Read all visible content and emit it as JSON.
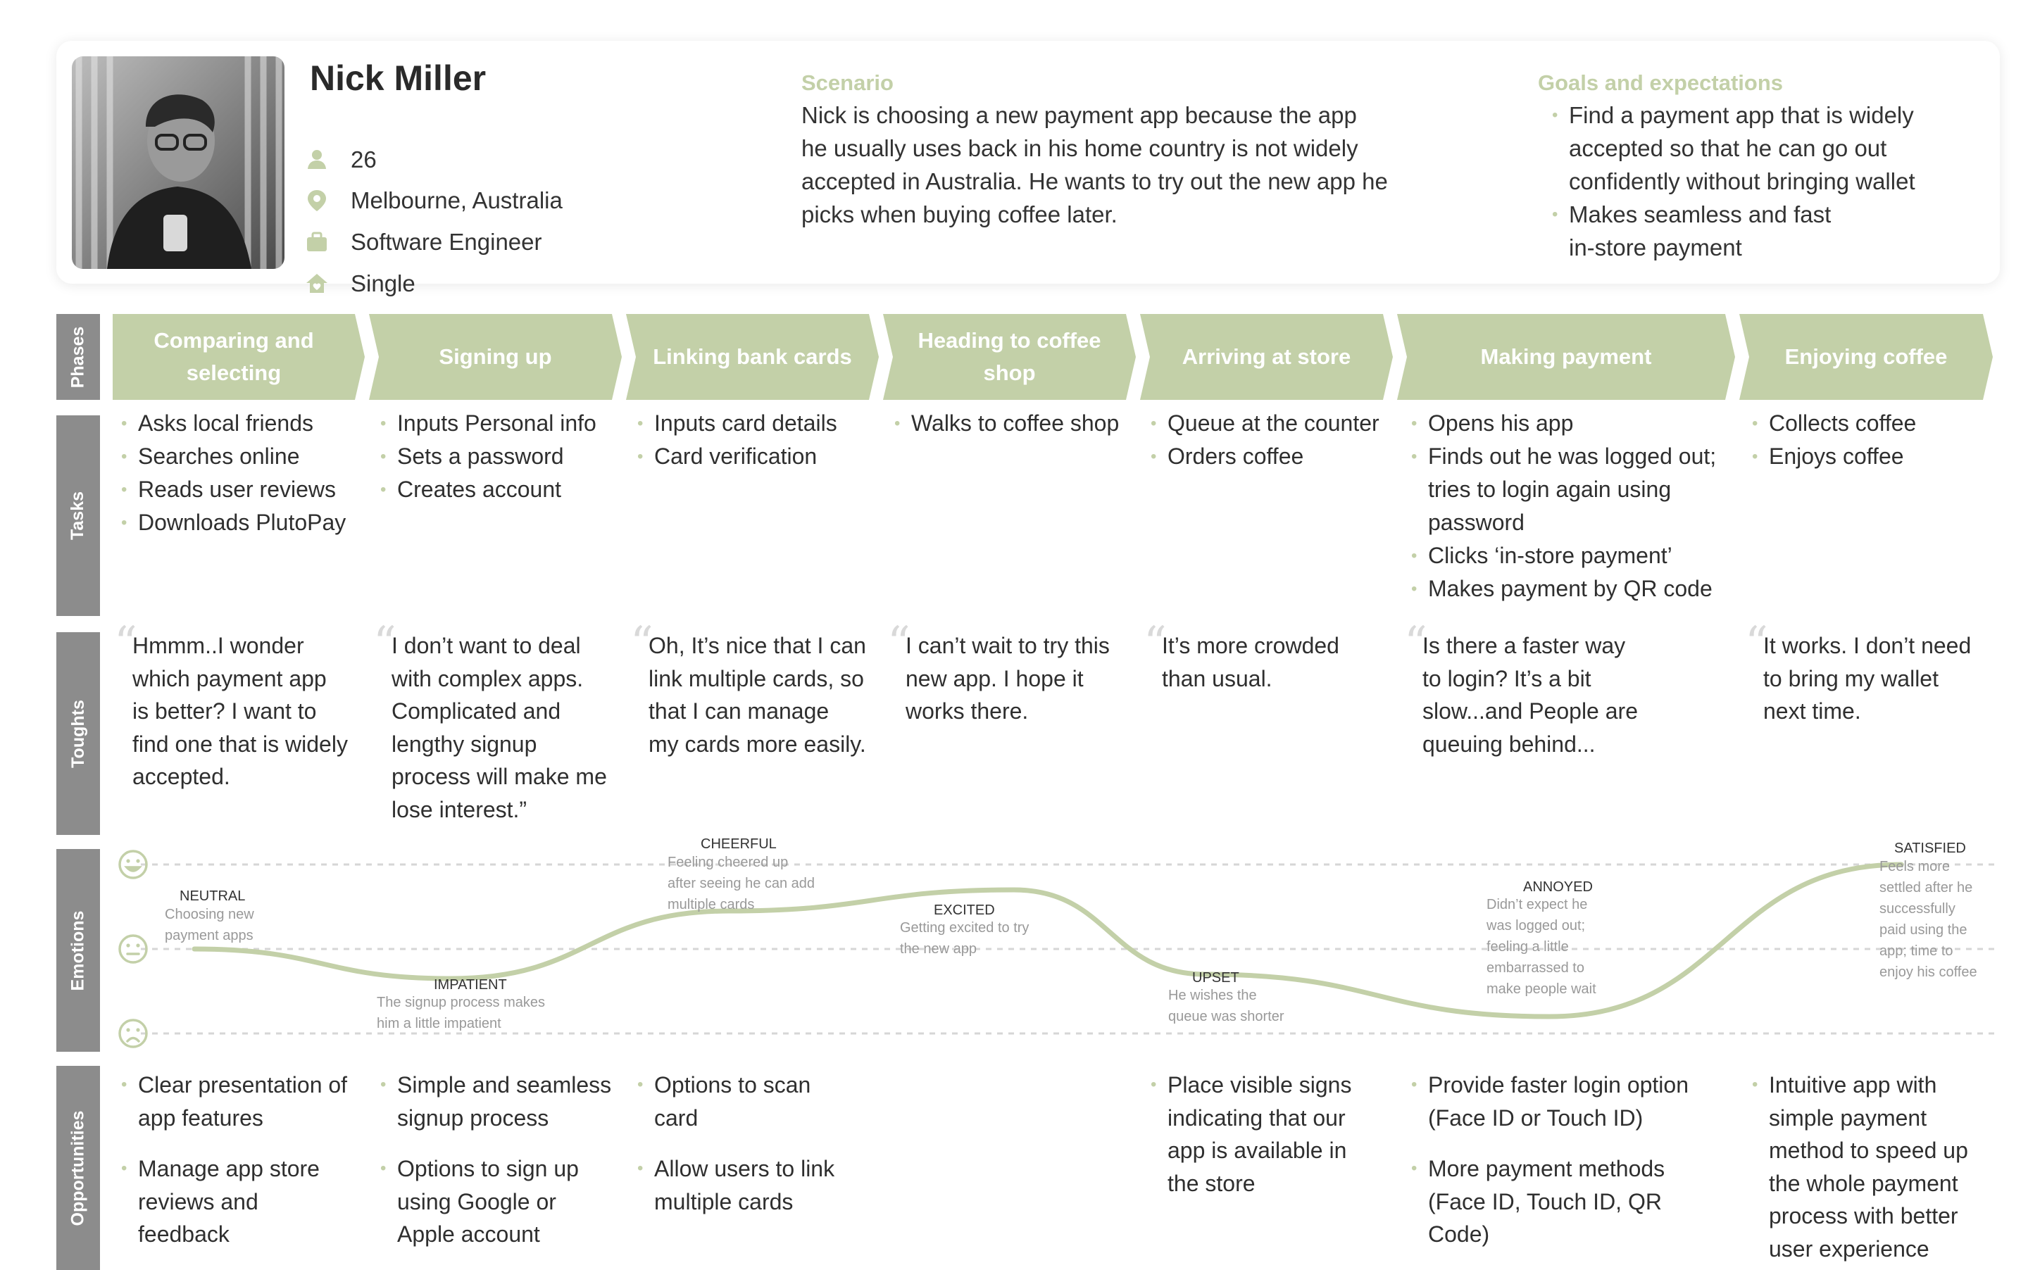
{
  "persona": {
    "name": "Nick Miller",
    "age": "26",
    "location": "Melbourne, Australia",
    "occupation": "Software Engineer",
    "status": "Single",
    "scenario_title": "Scenario",
    "scenario_lines": [
      "Nick is choosing a new payment app because the app",
      "he usually uses back in his home country is not widely",
      "accepted in Australia. He wants to try out the new app he",
      "picks when buying coffee later."
    ],
    "goals_title": "Goals and expectations",
    "goals": [
      [
        "Find a payment app that is widely",
        "accepted so that he can go out",
        "confidently without bringing wallet"
      ],
      [
        "Makes seamless and fast",
        "in-store payment"
      ]
    ],
    "icons": {
      "age": "person-icon",
      "location": "location-pin-icon",
      "occupation": "briefcase-icon",
      "status": "home-heart-icon"
    },
    "accent_color": "#c3d0a8"
  },
  "rows": {
    "phases": "Phases",
    "tasks": "Tasks",
    "thoughts": "Toughts",
    "emotions": "Emotions",
    "opportunities": "Opportunities"
  },
  "phases": [
    [
      "Comparing and",
      "selecting"
    ],
    [
      "Signing up"
    ],
    [
      "Linking bank cards"
    ],
    [
      "Heading to coffee",
      "shop"
    ],
    [
      "Arriving at store"
    ],
    [
      "Making payment"
    ],
    [
      "Enjoying coffee"
    ]
  ],
  "tasks": [
    [
      [
        "Asks local friends"
      ],
      [
        "Searches online"
      ],
      [
        "Reads user reviews"
      ],
      [
        "Downloads PlutoPay"
      ]
    ],
    [
      [
        "Inputs Personal info"
      ],
      [
        "Sets a password"
      ],
      [
        "Creates account"
      ]
    ],
    [
      [
        "Inputs card details"
      ],
      [
        "Card verification"
      ]
    ],
    [
      [
        "Walks to coffee shop"
      ]
    ],
    [
      [
        "Queue at the counter"
      ],
      [
        "Orders coffee"
      ]
    ],
    [
      [
        "Opens his app"
      ],
      [
        "Finds out he was logged out;",
        "tries to login again using",
        "password"
      ],
      [
        "Clicks ‘in-store payment’"
      ],
      [
        "Makes payment by QR code"
      ]
    ],
    [
      [
        "Collects coffee"
      ],
      [
        "Enjoys coffee"
      ]
    ]
  ],
  "thoughts": [
    [
      "Hmmm..I wonder",
      "which payment app",
      "is better? I want to",
      "find one that is widely",
      "accepted."
    ],
    [
      "I don’t want to deal",
      "with complex apps.",
      "Complicated and",
      "lengthy signup",
      "process will make me",
      "lose interest.”"
    ],
    [
      "Oh, It’s nice that I can",
      "link multiple cards, so",
      "that I can manage",
      "my cards more easily."
    ],
    [
      "I can’t wait to try this",
      "new app. I hope it",
      "works there."
    ],
    [
      "It’s more crowded",
      "than usual."
    ],
    [
      "Is there a faster way",
      "to login? It’s a bit",
      "slow...and People are",
      "queuing behind..."
    ],
    [
      "It works. I don’t need",
      "to bring my wallet",
      "next time."
    ]
  ],
  "emotions": [
    {
      "label": "NEUTRAL",
      "desc": [
        "Choosing new",
        "payment apps"
      ],
      "level": 0
    },
    {
      "label": "IMPATIENT",
      "desc": [
        "The signup process makes",
        "him a little impatient"
      ],
      "level": -0.35
    },
    {
      "label": "CHEERFUL",
      "desc": [
        "Feeling cheered up",
        "after seeing he can add",
        "multiple cards"
      ],
      "level": 0.45
    },
    {
      "label": "EXCITED",
      "desc": [
        "Getting excited to try",
        "the new app"
      ],
      "level": 0.7
    },
    {
      "label": "UPSET",
      "desc": [
        "He wishes the",
        "queue was shorter"
      ],
      "level": -0.3
    },
    {
      "label": "ANNOYED",
      "desc": [
        "Didn’t expect he",
        "was logged out;",
        "feeling a little",
        "embarrassed to",
        "make people wait"
      ],
      "level": -0.8
    },
    {
      "label": "SATISFIED",
      "desc": [
        "Feels more",
        "settled after he",
        "successfully",
        "paid using the",
        "app; time to",
        "enjoy his coffee"
      ],
      "level": 1
    }
  ],
  "emotion_scale_icons": [
    "happy-face-icon",
    "neutral-face-icon",
    "sad-face-icon"
  ],
  "opportunities": [
    [
      [
        "Clear presentation of",
        "app features"
      ],
      [
        "Manage app store",
        "reviews and",
        "feedback"
      ]
    ],
    [
      [
        "Simple and seamless",
        "signup process"
      ],
      [
        "Options to sign up",
        "using Google or",
        "Apple account"
      ]
    ],
    [
      [
        "Options to scan",
        "card"
      ],
      [
        "Allow users to link",
        "multiple cards"
      ]
    ],
    [],
    [
      [
        "Place visible signs",
        "indicating that our",
        "app is available in",
        "the store"
      ]
    ],
    [
      [
        "Provide faster login option",
        "(Face ID or Touch ID)"
      ],
      [
        "More payment methods",
        "(Face ID, Touch ID, QR",
        "Code)"
      ]
    ],
    [
      [
        "Intuitive app with",
        "simple payment",
        "method to speed up",
        "the whole payment",
        "process with better",
        "user experience"
      ]
    ]
  ]
}
